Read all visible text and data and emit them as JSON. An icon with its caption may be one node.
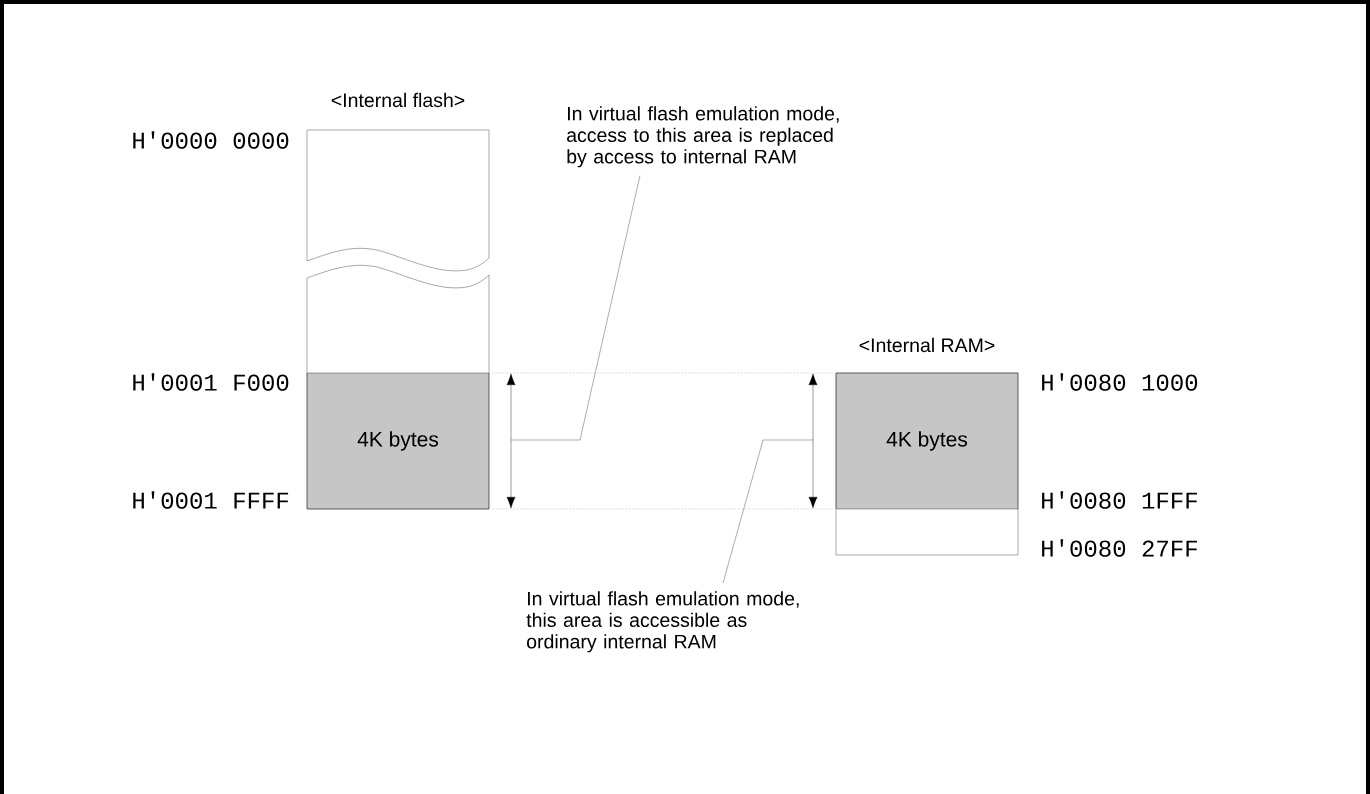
{
  "diagram": {
    "nodes": [
      {
        "text": [
          "<Internal flash>"
        ]
      },
      {
        "text": [
          "4K bytes"
        ],
        "in": 0
      },
      {
        "text": [
          "<Internal RAM>"
        ]
      },
      {
        "text": [
          "4K bytes"
        ],
        "in": 2
      },
      {
        "text": [
          "In virtual flash emulation mode, access to this area is replaced by access to internal RAM"
        ]
      },
      {
        "text": [
          "In virtual flash emulation mode, this area is accessible as ordinary internal RAM"
        ]
      }
    ],
    "edges": [
      {
        "from": 4,
        "to": null,
        "arrow": "none"
      },
      {
        "from": 5,
        "to": null,
        "arrow": "none"
      }
    ],
    "labels": [
      "H'0000 0000",
      "H'0001 F000",
      "H'0001 FFFF",
      "H'0080 1000",
      "H'0080 1FFF",
      "H'0080 27FF"
    ]
  }
}
